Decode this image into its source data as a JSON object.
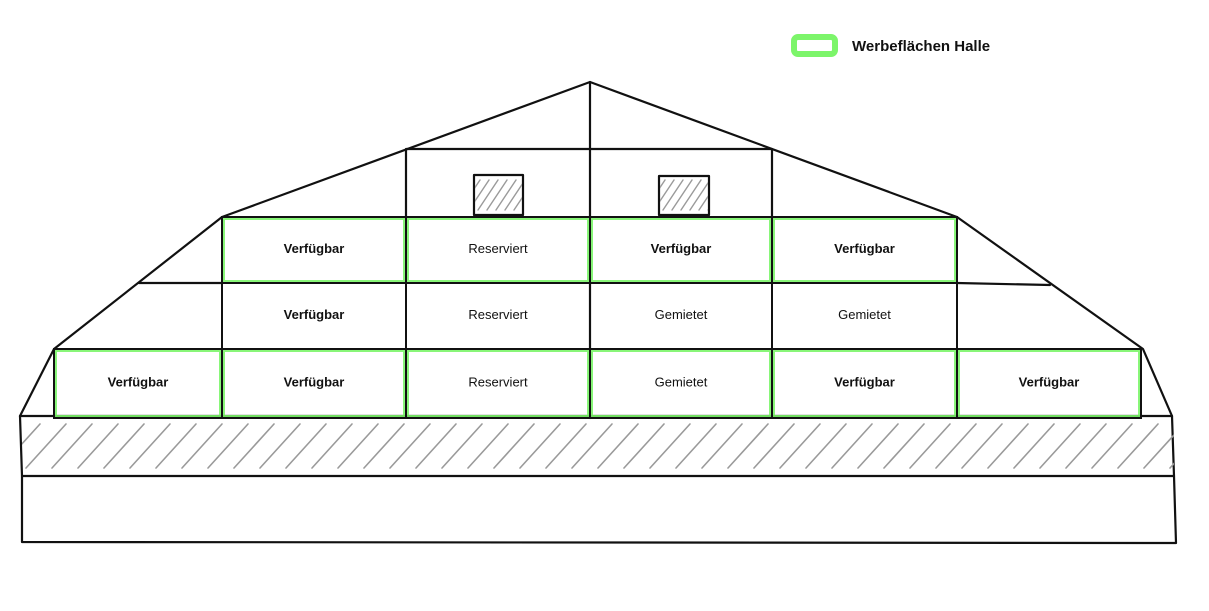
{
  "legend": {
    "label": "Werbeflächen Halle",
    "color": "#7CF56A"
  },
  "colors": {
    "outline": "#111111",
    "hatch": "#9a9a9a",
    "highlight": "#7CF56A"
  },
  "rows": [
    {
      "id": "top",
      "cells": [
        {
          "column": 1,
          "text": "Verfügbar",
          "bold": true,
          "highlight": true
        },
        {
          "column": 2,
          "text": "Reserviert",
          "bold": false,
          "highlight": true
        },
        {
          "column": 3,
          "text": "Verfügbar",
          "bold": true,
          "highlight": true
        },
        {
          "column": 4,
          "text": "Verfügbar",
          "bold": true,
          "highlight": true
        }
      ]
    },
    {
      "id": "middle",
      "cells": [
        {
          "column": 1,
          "text": "Verfügbar",
          "bold": true,
          "highlight": false
        },
        {
          "column": 2,
          "text": "Reserviert",
          "bold": false,
          "highlight": false
        },
        {
          "column": 3,
          "text": "Gemietet",
          "bold": false,
          "highlight": false
        },
        {
          "column": 4,
          "text": "Gemietet",
          "bold": false,
          "highlight": false
        }
      ]
    },
    {
      "id": "bottom",
      "cells": [
        {
          "column": 0,
          "text": "Verfügbar",
          "bold": true,
          "highlight": true
        },
        {
          "column": 1,
          "text": "Verfügbar",
          "bold": true,
          "highlight": true
        },
        {
          "column": 2,
          "text": "Reserviert",
          "bold": false,
          "highlight": true
        },
        {
          "column": 3,
          "text": "Gemietet",
          "bold": false,
          "highlight": true
        },
        {
          "column": 4,
          "text": "Verfügbar",
          "bold": true,
          "highlight": true
        },
        {
          "column": 5,
          "text": "Verfügbar",
          "bold": true,
          "highlight": true
        }
      ]
    }
  ]
}
